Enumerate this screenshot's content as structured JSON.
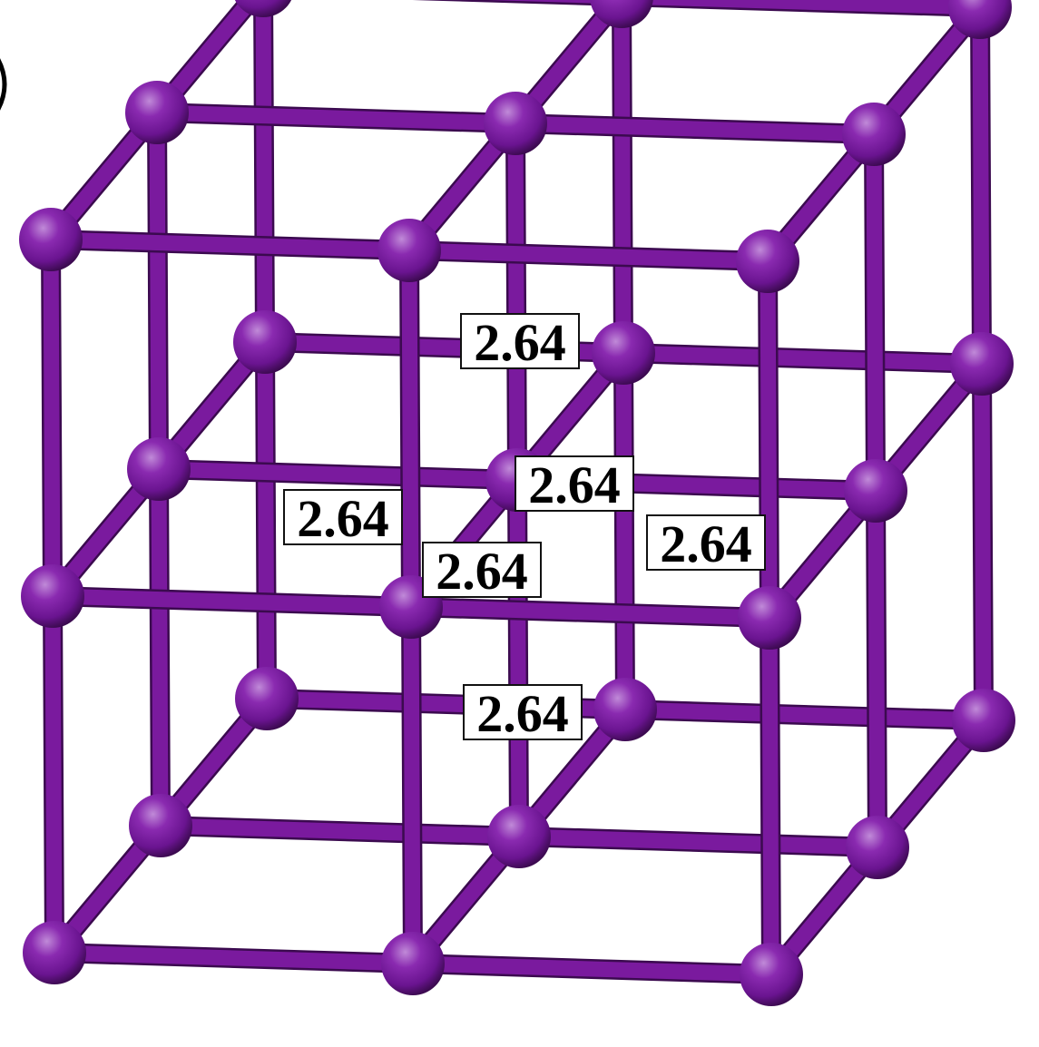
{
  "figure": {
    "atom_color": "#7a1a9e",
    "bond_color": "#7a1a9e",
    "highlight_color": "#c08ad8",
    "shadow_color": "#3b0a4f",
    "labels": [
      {
        "text": "2.64"
      },
      {
        "text": "2.64"
      },
      {
        "text": "2.64"
      },
      {
        "text": "2.64"
      },
      {
        "text": "2.64"
      },
      {
        "text": "2.64"
      }
    ]
  }
}
